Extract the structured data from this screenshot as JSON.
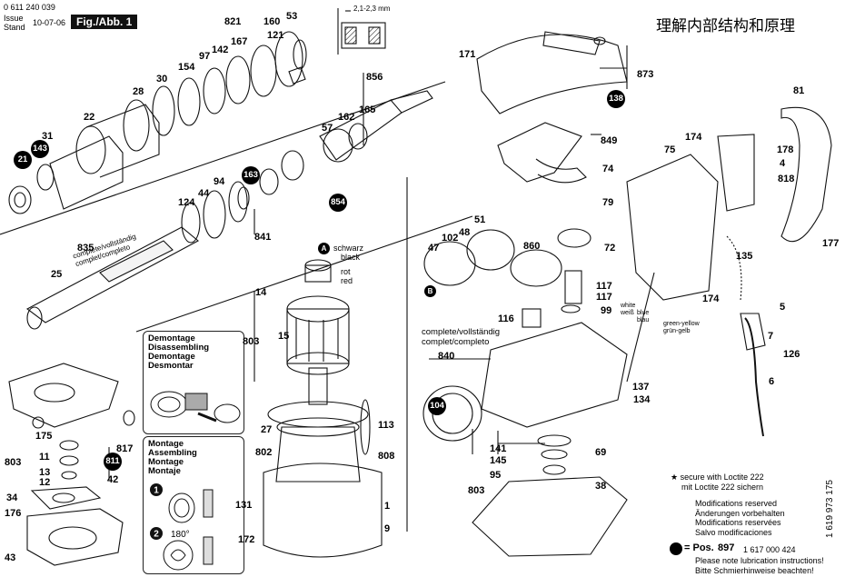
{
  "header": {
    "part_number": "0 611 240 039",
    "issue_label": "Issue",
    "stand_label": "Stand",
    "issue_date": "10-07-06",
    "figure": "Fig./Abb. 1",
    "dimension_label": "2,1-2,3 mm",
    "chinese_title": "理解内部结构和原理"
  },
  "demontage": [
    "Demontage",
    "Disassembling",
    "Demontage",
    "Desmontar"
  ],
  "montage": [
    "Montage",
    "Assembling",
    "Montage",
    "Montaje"
  ],
  "angle_label": "180°",
  "step_labels": [
    "1",
    "2"
  ],
  "complete_left": [
    "complete/vollständig",
    "complet/completo"
  ],
  "complete_right": [
    "complete/vollständig",
    "complet/completo"
  ],
  "wire_labels": {
    "schwarz": "schwarz",
    "black": "black",
    "rot": "rot",
    "red": "red",
    "white": "white",
    "weiss": "weiß",
    "blue": "blue",
    "blau": "blau",
    "green_yellow": "green-yellow",
    "gruen_gelb": "grün-gelb"
  },
  "notes": {
    "loctite": [
      "★ secure with Loctite 222",
      "mit Loctite 222 sichern"
    ],
    "modifications": [
      "Modifications reserved",
      "Änderungen vorbehalten",
      "Modifications reservées",
      "Salvo modificaciones"
    ],
    "pos_label": "= Pos.",
    "pos_number": "897",
    "pos_code": "1 617 000 424",
    "lubrication": [
      "Please note lubrication instructions!",
      "Bitte Schmierhinweise beachten!"
    ],
    "doc_number": "1 619 973 175"
  },
  "part_labels": [
    "821",
    "53",
    "160",
    "121",
    "167",
    "97",
    "142",
    "154",
    "30",
    "28",
    "22",
    "31",
    "21",
    "143",
    "856",
    "165",
    "162",
    "57",
    "163",
    "854",
    "94",
    "44",
    "124",
    "841",
    "835",
    "25",
    "14",
    "15",
    "803",
    "27",
    "113",
    "802",
    "808",
    "131",
    "172",
    "1",
    "9",
    "175",
    "11",
    "13",
    "12",
    "803",
    "817",
    "42",
    "34",
    "176",
    "43",
    "811",
    "171",
    "873",
    "138",
    "849",
    "74",
    "79",
    "51",
    "48",
    "102",
    "47",
    "860",
    "72",
    "117",
    "117",
    "99",
    "116",
    "840",
    "104",
    "141",
    "145",
    "95",
    "803",
    "69",
    "38",
    "81",
    "174",
    "75",
    "178",
    "4",
    "818",
    "177",
    "135",
    "174",
    "5",
    "7",
    "126",
    "137",
    "134",
    "6",
    "A",
    "B"
  ]
}
